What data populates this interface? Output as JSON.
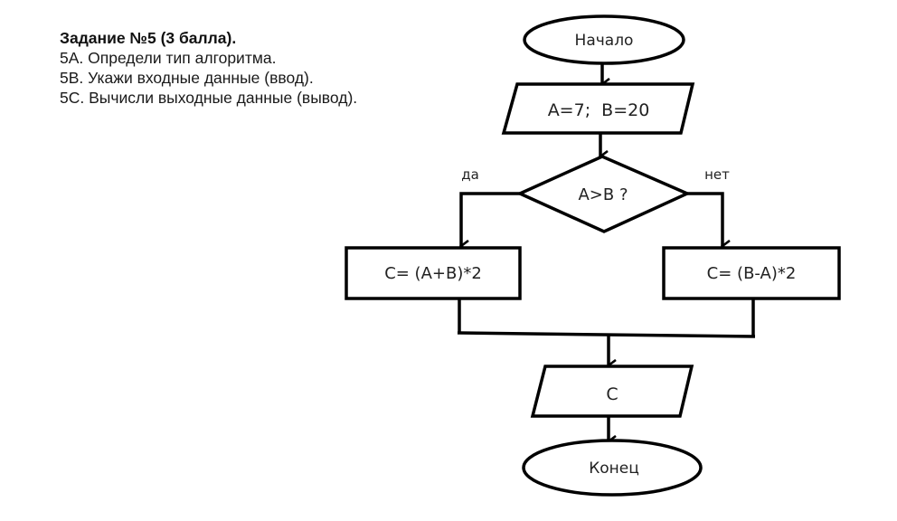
{
  "task": {
    "title": "Задание №5 (3 балла).",
    "lines": [
      "5А. Определи тип алгоритма.",
      "5В. Укажи входные данные (ввод).",
      "5С. Вычисли выходные данные (вывод)."
    ]
  },
  "flowchart": {
    "start": "Начало",
    "input": "A=7;  B=20",
    "decision": "A>B ?",
    "yes_label": "да",
    "no_label": "нет",
    "yes_process": "C= (A+B)*2",
    "no_process": "C= (B-A)*2",
    "output": "C",
    "end": "Конец"
  },
  "colors": {
    "stroke": "#000000",
    "fill": "#ffffff",
    "text": "#222222"
  }
}
